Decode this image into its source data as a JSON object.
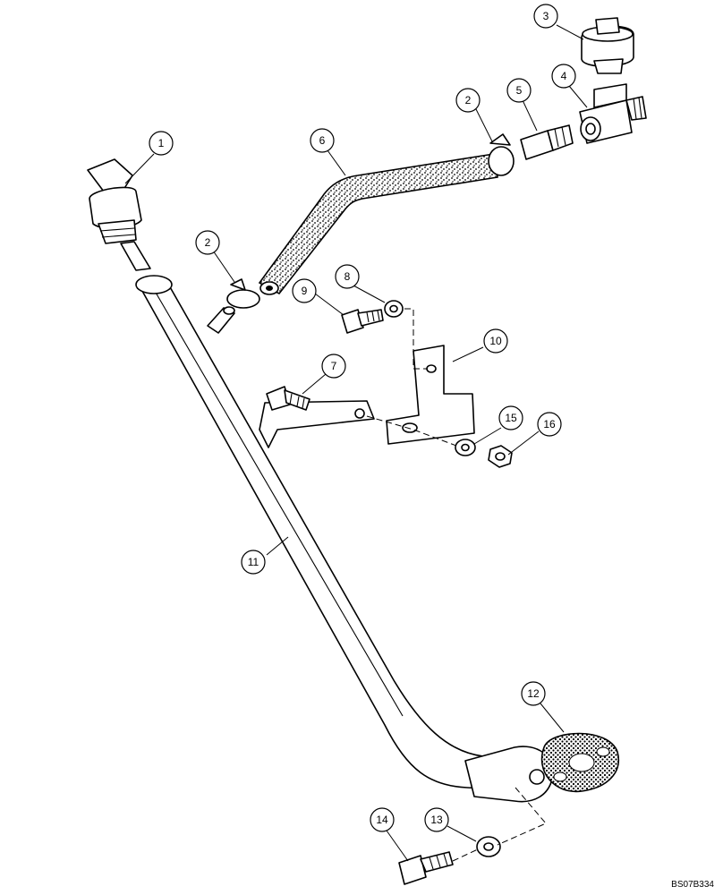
{
  "diagram": {
    "drawing_code": "BS07B334",
    "callouts": [
      "1",
      "2",
      "2",
      "3",
      "4",
      "5",
      "6",
      "7",
      "8",
      "9",
      "10",
      "11",
      "12",
      "13",
      "14",
      "15",
      "16"
    ]
  }
}
